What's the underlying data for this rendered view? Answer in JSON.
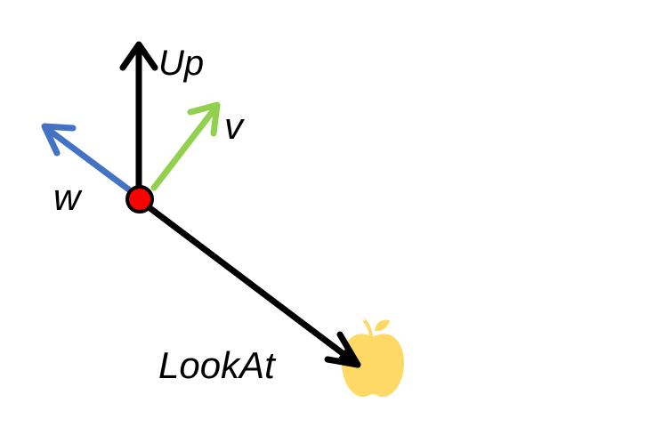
{
  "labels": {
    "up": "Up",
    "v": "v",
    "w": "w",
    "look_at": "LookAt"
  },
  "colors": {
    "background": "#ffffff",
    "up_arrow": "#000000",
    "v_arrow": "#92d050",
    "w_arrow": "#4472c4",
    "look_at_arrow": "#000000",
    "eye_point": "#ff0000",
    "apple": "#ffd966"
  },
  "icons": {
    "target": "apple-icon",
    "eye": "eye-point-icon"
  }
}
